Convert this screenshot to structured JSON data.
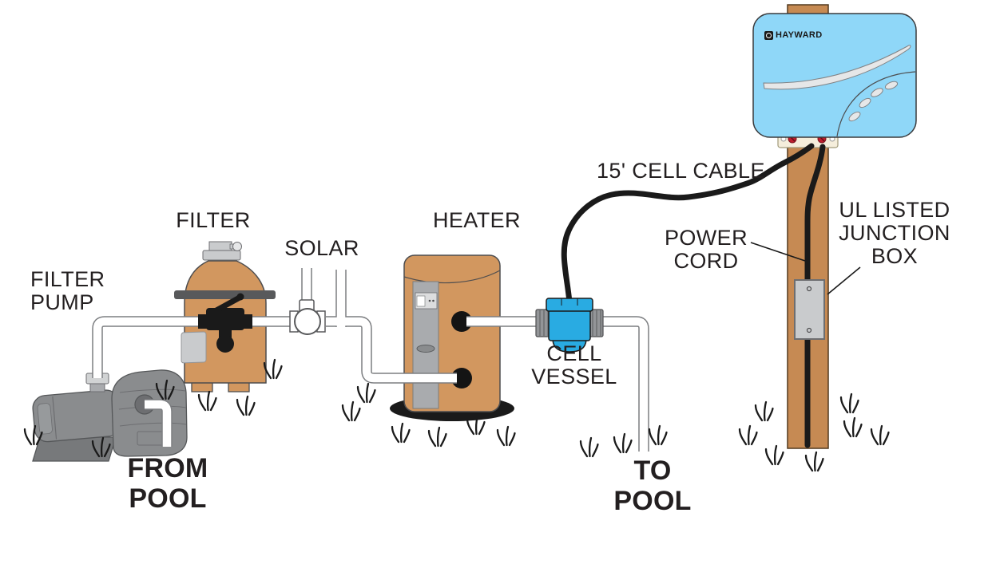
{
  "diagram": {
    "brand": "HAYWARD",
    "labels": {
      "filter_pump": [
        "FILTER",
        "PUMP"
      ],
      "filter": "FILTER",
      "solar": "SOLAR",
      "heater": "HEATER",
      "cell_cable": "15' CELL CABLE",
      "power_cord": [
        "POWER",
        "CORD"
      ],
      "junction_box": [
        "UL LISTED",
        "JUNCTION",
        "BOX"
      ],
      "cell_vessel": [
        "CELL",
        "VESSEL"
      ],
      "from_pool": [
        "FROM",
        "POOL"
      ],
      "to_pool": [
        "TO",
        "POOL"
      ]
    },
    "colors": {
      "tank_tan": "#D2975F",
      "post_brown": "#C68A53",
      "control_box_blue": "#8FD7F8",
      "cell_vessel_blue": "#29ABE2",
      "pump_gray": "#8A8C8E",
      "heater_panel_gray": "#A9ABAE",
      "junction_box_gray": "#C9CBCD",
      "pipe_outline_gray": "#7C7E81",
      "cable_black": "#1A1A1A",
      "bracket_cream": "#F5EEDC",
      "screw_red": "#BE1E2D",
      "swoosh_gray": "#E6E7E8",
      "label_text": "#231F20"
    }
  }
}
